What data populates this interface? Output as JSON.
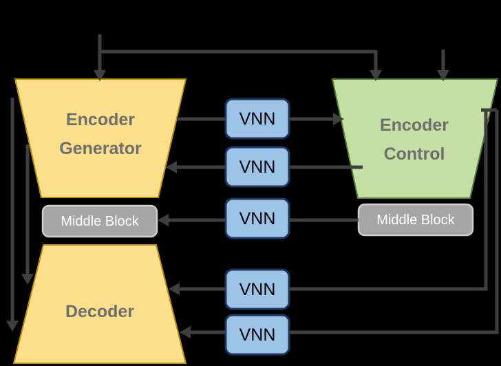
{
  "diagram": {
    "background": "#000000",
    "line_color": "#3F3F3F",
    "blocks": {
      "encoder_generator": {
        "line1": "Encoder",
        "line2": "Generator",
        "fill": "#FBDF8B",
        "border": "#BF9000",
        "text_color": "#6E6E6E"
      },
      "encoder_control": {
        "line1": "Encoder",
        "line2": "Control",
        "fill": "#C5E0A4",
        "border": "#538135",
        "text_color": "#6E6E6E"
      },
      "decoder": {
        "label": "Decoder",
        "fill": "#FBDF8B",
        "border": "#BF9000",
        "text_color": "#6E6E6E"
      },
      "middle_block_left": {
        "label": "Middle Block",
        "fill": "#A6A6A6",
        "border": "#CFCFCF",
        "text_color": "#FFFFFF"
      },
      "middle_block_right": {
        "label": "Middle Block",
        "fill": "#A6A6A6",
        "border": "#CFCFCF",
        "text_color": "#FFFFFF"
      },
      "vnn": {
        "labels": [
          "VNN",
          "VNN",
          "VNN",
          "VNN",
          "VNN"
        ],
        "fill": "#9DC3E6",
        "border": "#1F3864",
        "text_color": "#000000"
      }
    }
  }
}
